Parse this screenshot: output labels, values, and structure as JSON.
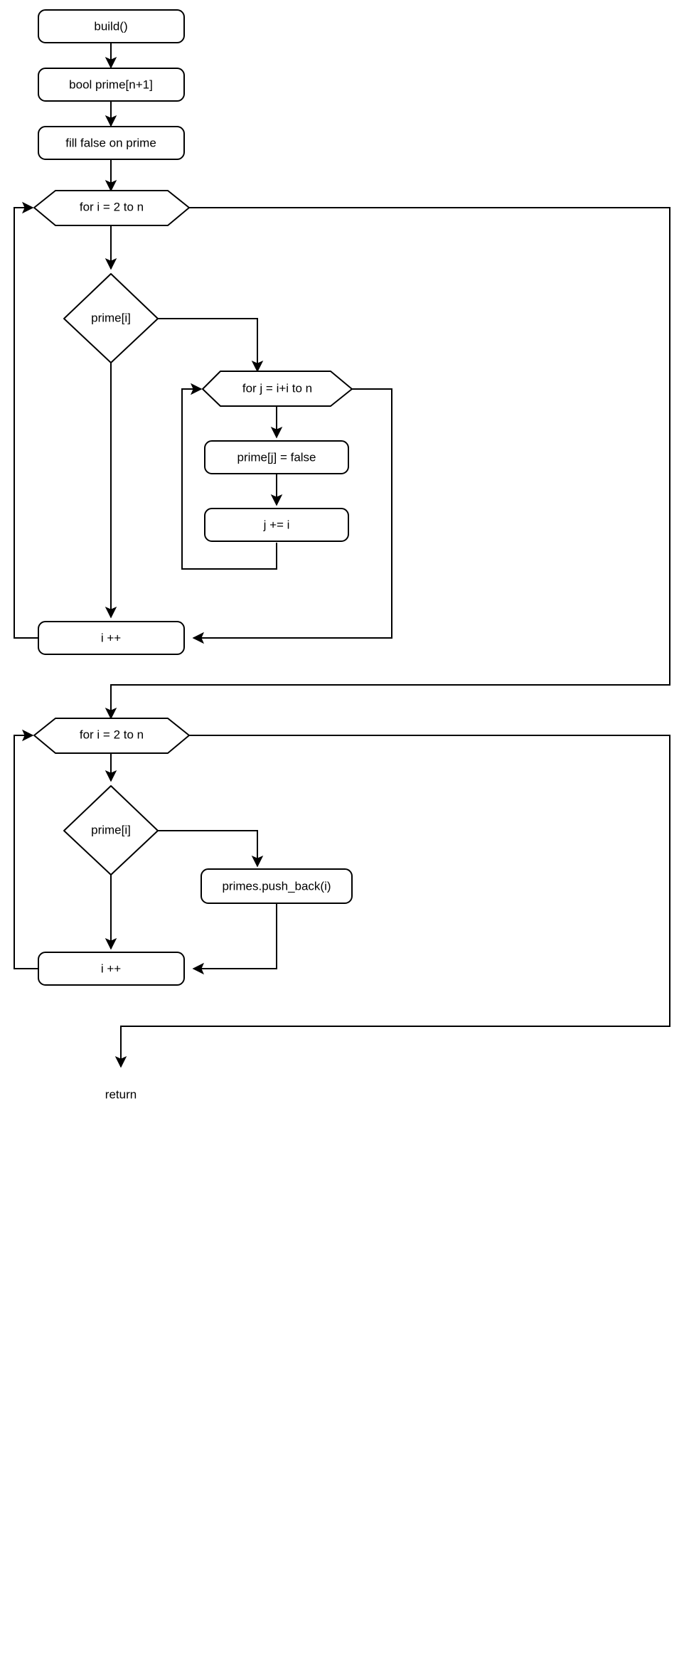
{
  "diagram": {
    "title": "build() sieve of eratosthenes flowchart",
    "stroke_color": "#000000",
    "fill_color": "#ffffff",
    "background_color": "#ffffff",
    "nodes": [
      {
        "id": "build",
        "shape": "rounded-rect",
        "label": "build()"
      },
      {
        "id": "declare",
        "shape": "rounded-rect",
        "label": "bool prime[n+1]"
      },
      {
        "id": "fill",
        "shape": "rounded-rect",
        "label": "fill false on prime"
      },
      {
        "id": "for_i_1",
        "shape": "hexagon",
        "label": "for i = 2 to n"
      },
      {
        "id": "prime_i_1",
        "shape": "diamond",
        "label": "prime[i]"
      },
      {
        "id": "for_j",
        "shape": "hexagon",
        "label": "for j = i+i to n"
      },
      {
        "id": "prime_j",
        "shape": "rounded-rect",
        "label": "prime[j] = false"
      },
      {
        "id": "j_inc",
        "shape": "rounded-rect",
        "label": "j += i"
      },
      {
        "id": "i_inc_1",
        "shape": "rounded-rect",
        "label": "i ++"
      },
      {
        "id": "for_i_2",
        "shape": "hexagon",
        "label": "for i = 2 to n"
      },
      {
        "id": "prime_i_2",
        "shape": "diamond",
        "label": "prime[i]"
      },
      {
        "id": "push_back",
        "shape": "rounded-rect",
        "label": "primes.push_back(i)"
      },
      {
        "id": "i_inc_2",
        "shape": "rounded-rect",
        "label": "i ++"
      },
      {
        "id": "return",
        "shape": "text",
        "label": "return"
      }
    ]
  }
}
